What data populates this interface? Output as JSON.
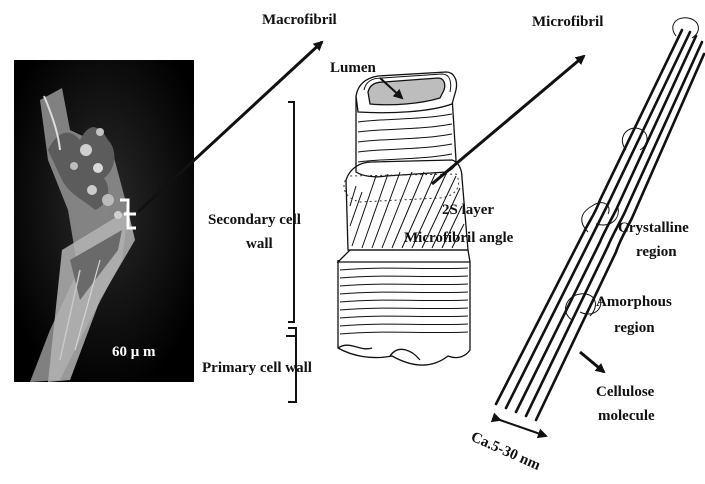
{
  "labels": {
    "macrofibril": "Macrofibril",
    "microfibril": "Microfibril",
    "lumen": "Lumen",
    "secondary_wall_line1": "Secondary cell",
    "secondary_wall_line2": "wall",
    "s2_layer": "2S layer",
    "microfibril_angle": "Microfibril angle",
    "primary_wall": "Primary cell wall",
    "scale": "60 μ m",
    "crystalline_line1": "Crystalline",
    "crystalline_line2": "region",
    "amorphous_line1": "Amorphous",
    "amorphous_line2": "region",
    "cellulose_line1": "Cellulose",
    "cellulose_line2": "molecule",
    "width": "Ca.5-30 nm"
  },
  "colors": {
    "ink": "#111111",
    "photo_bg": "#050505",
    "fiber_gray": "#9a9a9a",
    "lumen_fill": "#bdbdbd"
  }
}
